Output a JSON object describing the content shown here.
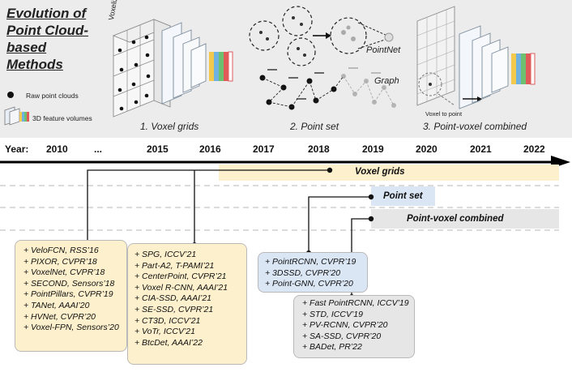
{
  "title": {
    "lines": [
      "Evolution of",
      "Point Cloud-",
      "based",
      "Methods"
    ]
  },
  "legend": {
    "raw": "Raw  point clouds",
    "feature": "3D feature volumes"
  },
  "panels": {
    "voxelization_label": "Voxelization",
    "voxel_caption": "1. Voxel grids",
    "pointnet_label": "PointNet",
    "graph_label": "Graph",
    "point_caption": "2. Point set",
    "voxel_to_point_label": "Voxel to point",
    "pv_caption": "3. Point-voxel combined"
  },
  "timeline": {
    "label": "Year:",
    "years": [
      "2010",
      "...",
      "2015",
      "2016",
      "2017",
      "2018",
      "2019",
      "2020",
      "2021",
      "2022"
    ]
  },
  "bands": {
    "voxel": "Voxel grids",
    "point": "Point set",
    "pv": "Point-voxel combined"
  },
  "boxes": {
    "voxel_early": [
      "+ VeloFCN, RSS’16",
      "+ PIXOR, CVPR’18",
      "+ VoxelNet, CVPR’18",
      "+ SECOND, Sensors’18",
      "+ PointPillars, CVPR’19",
      "+ TANet, AAAI’20",
      "+ HVNet, CVPR’20",
      "+ Voxel-FPN, Sensors’20"
    ],
    "voxel_late": [
      "+ SPG, ICCV’21",
      "+ Part-A2, T-PAMI’21",
      "+ CenterPoint, CVPR’21",
      "+ Voxel R-CNN, AAAI’21",
      "+ CIA-SSD, AAAI’21",
      "+ SE-SSD, CVPR’21",
      "+ CT3D, ICCV’21",
      "+ VoTr, ICCV’21",
      "+ BtcDet, AAAI’22"
    ],
    "point": [
      "+ PointRCNN, CVPR’19",
      "+ 3DSSD, CVPR’20",
      "+ Point-GNN, CVPR’20"
    ],
    "pv": [
      "+ Fast PointRCNN, ICCV’19",
      "+ STD, ICCV’19",
      "+ PV-RCNN, CVPR’20",
      "+ SA-SSD, CVPR’20",
      "+ BADet, PR’22"
    ]
  },
  "colors": {
    "panel_bg": "#ececec",
    "voxel_fill": "#fdf0cc",
    "point_fill": "#dbe6f5",
    "pv_fill": "#e6e6e6",
    "arrow": "#000000"
  }
}
